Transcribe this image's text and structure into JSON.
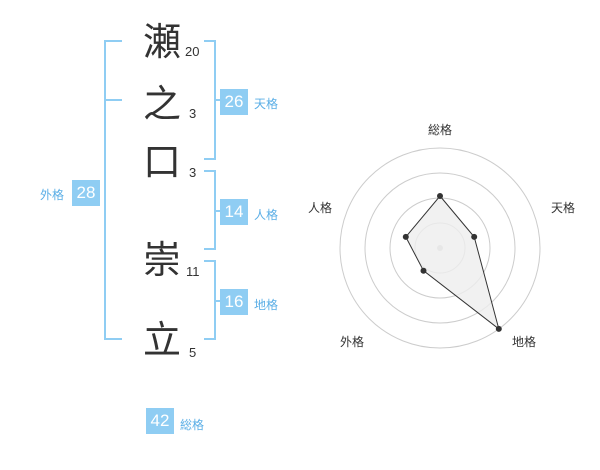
{
  "name_chars": [
    {
      "char": "瀬",
      "strokes": "20"
    },
    {
      "char": "之",
      "strokes": "3"
    },
    {
      "char": "口",
      "strokes": "3"
    },
    {
      "char": "崇",
      "strokes": "11"
    },
    {
      "char": "立",
      "strokes": "5"
    }
  ],
  "fortunes": {
    "tenkaku": {
      "value": "26",
      "label": "天格"
    },
    "jinkaku": {
      "value": "14",
      "label": "人格"
    },
    "chikaku": {
      "value": "16",
      "label": "地格"
    },
    "gaikaku": {
      "value": "28",
      "label": "外格"
    },
    "soukaku": {
      "value": "42",
      "label": "総格"
    }
  },
  "radar": {
    "axes": [
      "総格",
      "天格",
      "地格",
      "外格",
      "人格"
    ],
    "levels": [
      0.52,
      0.36,
      1.0,
      0.28,
      0.36
    ],
    "colors": {
      "accent": "#8fcdf3",
      "grid": "#cccccc",
      "fill": "#eeeeee",
      "line": "#333333"
    }
  }
}
